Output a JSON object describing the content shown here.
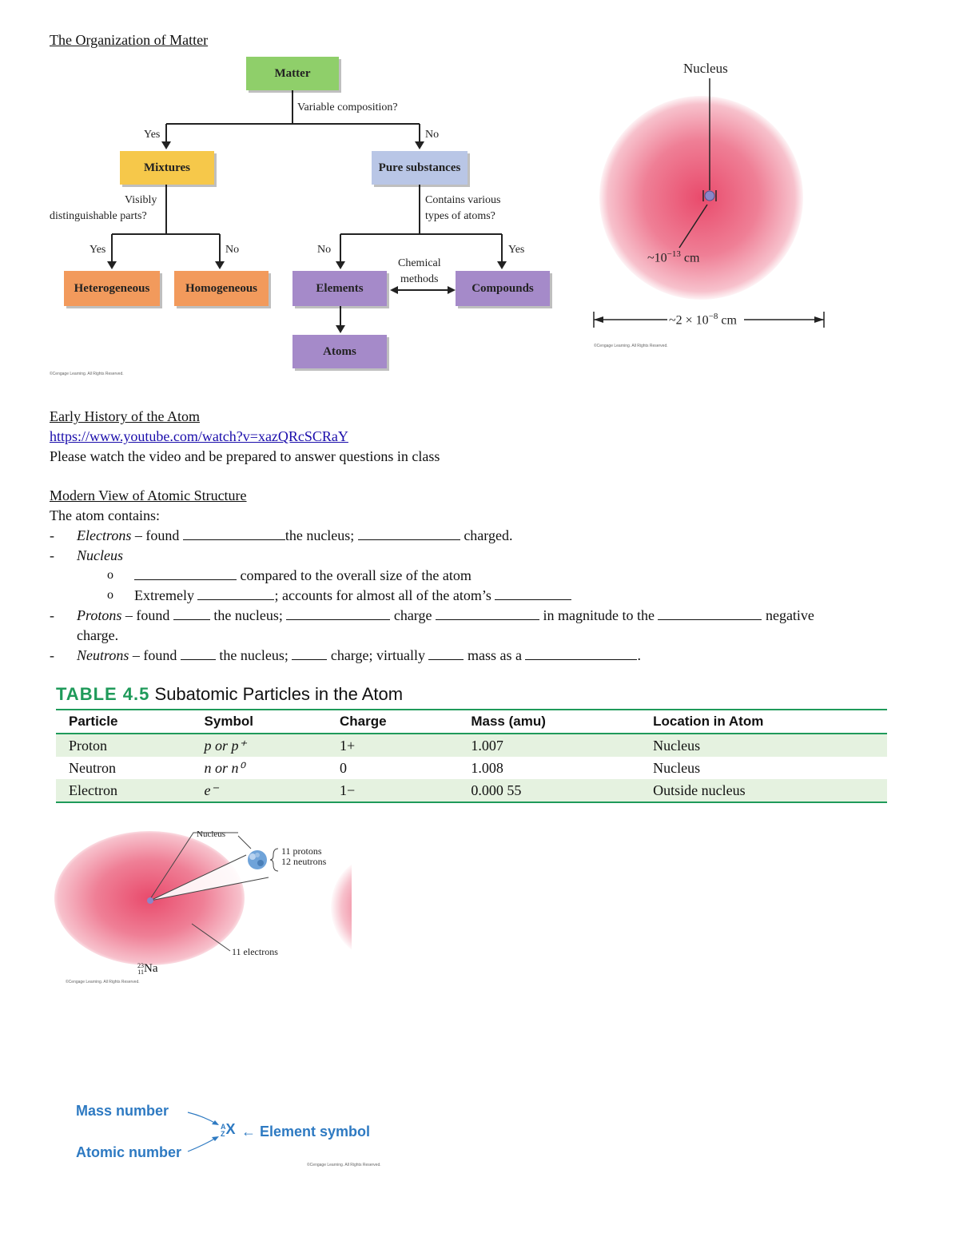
{
  "organization": {
    "heading": "The Organization of Matter",
    "boxes": {
      "matter": "Matter",
      "mixtures": "Mixtures",
      "pure_substances": "Pure substances",
      "heterogeneous": "Heterogeneous",
      "homogeneous": "Homogeneous",
      "elements": "Elements",
      "compounds": "Compounds",
      "atoms": "Atoms"
    },
    "labels": {
      "variable_composition": "Variable composition?",
      "yes_left": "Yes",
      "no_right": "No",
      "visibly": "Visibly",
      "distinguishable": "distinguishable parts?",
      "contains_various": "Contains various",
      "types_of_atoms": "types of atoms?",
      "yes_het": "Yes",
      "no_hom": "No",
      "no_elements": "No",
      "yes_compounds": "Yes",
      "chemical": "Chemical",
      "methods": "methods"
    },
    "credit": "©Cengage Learning. All Rights Reserved.",
    "colors": {
      "matter": "#8fcf6a",
      "mixtures": "#f6c84a",
      "pure": "#b9c6e6",
      "orange": "#f29a5c",
      "purple": "#a58ac9"
    }
  },
  "atom_size_figure": {
    "nucleus_label": "Nucleus",
    "nucleus_size": "~10",
    "nucleus_exp": "−13",
    "nucleus_unit": "cm",
    "atom_size": "~2 × 10",
    "atom_exp": "−8",
    "atom_unit": "cm",
    "credit": "©Cengage Learning. All Rights Reserved."
  },
  "early_history": {
    "heading": "Early History of the Atom",
    "link": "https://www.youtube.com/watch?v=xazQRcSCRaY",
    "instruction": "Please watch the video and be prepared to answer questions in class"
  },
  "modern_view": {
    "heading": "Modern View of Atomic Structure",
    "intro": "The atom contains:",
    "electrons_term": "Electrons",
    "electrons_a": " – found ",
    "electrons_b": "the nucleus; ",
    "electrons_c": " charged.",
    "nucleus_term": "Nucleus",
    "sub1": " compared to the overall size of the atom",
    "sub2_a": "Extremely ",
    "sub2_b": "; accounts for almost all of the atom’s ",
    "protons_term": "Protons",
    "protons_a": " – found ",
    "protons_b": " the nucleus; ",
    "protons_c": " charge ",
    "protons_d": " in magnitude to the ",
    "protons_e": " negative",
    "protons_f": "charge.",
    "neutrons_term": "Neutrons",
    "neutrons_a": " – found ",
    "neutrons_b": " the nucleus; ",
    "neutrons_c": " charge; virtually ",
    "neutrons_d": " mass as a ",
    "neutrons_e": ".",
    "dash": "-",
    "bullet": "o"
  },
  "table": {
    "label": "TABLE 4.5",
    "title": "Subatomic Particles in the Atom",
    "headers": [
      "Particle",
      "Symbol",
      "Charge",
      "Mass (amu)",
      "Location in Atom"
    ],
    "rows": [
      [
        "Proton",
        "p or p⁺",
        "1+",
        "1.007",
        "Nucleus"
      ],
      [
        "Neutron",
        "n or n⁰",
        "0",
        "1.008",
        "Nucleus"
      ],
      [
        "Electron",
        "e⁻",
        "1−",
        "0.000 55",
        "Outside nucleus"
      ]
    ],
    "accent": "#1f9a5a",
    "shade": "#e5f2e0"
  },
  "sodium_figure": {
    "nucleus_label": "Nucleus",
    "protons": "11 protons",
    "neutrons": "12 neutrons",
    "electrons": "11 electrons",
    "mass_sup": "23",
    "atomic_sub": "11",
    "symbol": "Na",
    "credit": "©Cengage Learning. All Rights Reserved."
  },
  "notation_figure": {
    "mass_number": "Mass number",
    "atomic_number": "Atomic number",
    "A": "A",
    "Z": "Z",
    "X": "X",
    "element_symbol": "← Element symbol",
    "credit": "©Cengage Learning. All Rights Reserved."
  }
}
